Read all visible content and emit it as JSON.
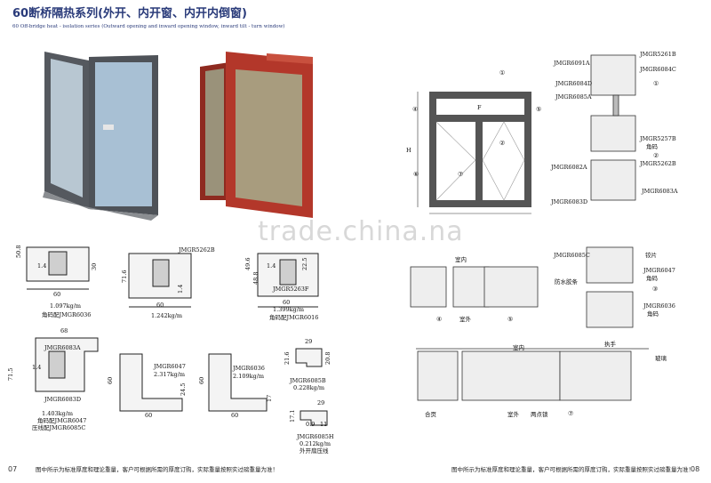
{
  "header": {
    "title": "60断桥隔热系列(外开、内开窗、内开内倒窗)",
    "subtitle": "60 Off-bridge heat - isolation series (Outward opening and inward opening window, inward tilt - turn window)"
  },
  "watermark": "trade.china.na",
  "profiles": {
    "p6036": {
      "dim_h": "50.8",
      "dim_a": "1.4",
      "dim_b": "30",
      "dim_w": "60",
      "weight": "1.097kg/m",
      "note": "角码配JMGR6036"
    },
    "p5262b": {
      "code": "JMGR5262B",
      "dim_h": "71.6",
      "dim_b": "1.4",
      "dim_w": "60",
      "weight": "1.242kg/m"
    },
    "p5263f": {
      "dim_h": "49.6",
      "dim_h2": "48.8",
      "dim_a": "1.4",
      "dim_b": "22.5",
      "code": "JMGR5263F",
      "dim_w": "60",
      "weight": "1.399kg/m",
      "note": "角码配JMGR6016"
    },
    "p6083a": {
      "dim_top": "68",
      "code": "JMGR6083A",
      "dim_h": "71.5",
      "dim_a": "1.4",
      "code2": "JMGR6083D",
      "weight": "1.403kg/m",
      "note1": "角码配JMGR6047",
      "note2": "压线配JMGR6085C"
    },
    "p6047": {
      "code": "JMGR6047",
      "weight": "2.317kg/m",
      "dim_h": "60",
      "dim_b": "24.5",
      "dim_w": "60"
    },
    "p6036b": {
      "code": "JMGR6036",
      "weight": "2.109kg/m",
      "dim_h": "60",
      "dim_b": "17",
      "dim_w": "60"
    },
    "p6085b": {
      "dim_w": "29",
      "dim_h": "21.6",
      "dim_b": "20.8",
      "code": "JMGR6085B",
      "weight": "0.228kg/m"
    },
    "p6085h": {
      "dim_w": "29",
      "dim_h": "17.1",
      "dim_a": "0.9",
      "dim_b": "11",
      "code": "JMGR6085H",
      "weight": "0.212kg/m",
      "note": "外开扇压线"
    }
  },
  "elevation": {
    "c1": "①",
    "c2": "②",
    "c4": "④",
    "c5": "⑤",
    "c6": "⑥",
    "c7": "⑦",
    "f": "F",
    "h": "H"
  },
  "section_right": {
    "l1": "JMGR6091A",
    "l2": "JMGR5261B",
    "l3": "JMGR6084D",
    "l4": "JMGR6084C",
    "l5": "JMGR6085A",
    "c1": "①",
    "l6": "JMGR5257B",
    "l7": "角码",
    "c2": "②",
    "l8": "JMGR6082A",
    "l9": "JMGR5262B",
    "l10": "JMGR6083A",
    "l11": "JMGR6083D",
    "l12": "JMGR6085C",
    "l13": "铰片",
    "l14": "JMGR6047",
    "l15": "角码",
    "l16": "防水胶条",
    "c3": "③",
    "l17": "JMGR6036",
    "l18": "角码"
  },
  "section_mid": {
    "indoor": "室内",
    "outdoor": "室外",
    "c4": "④",
    "c5": "⑤"
  },
  "section_bottom": {
    "indoor": "室内",
    "handle": "执手",
    "glass": "玻璃",
    "seal": "合页",
    "outdoor": "室外",
    "hinge": "两点锁",
    "c7": "⑦"
  },
  "footer": {
    "left_page": "07",
    "right_page": "08",
    "left_note": "图中所示为标准厚度和理论重量，客户可根据所需的厚度订购，实际重量按照实过磅重量为准！",
    "right_note": "图中所示为标准厚度和理论重量，客户可根据所需的厚度订购，实际重量按照实过磅重量为准！"
  },
  "colors": {
    "frame_grey": "#5a5f66",
    "frame_red": "#b3372a",
    "glass_blue": "#a8c0d4",
    "glass_tan": "#a89c7e",
    "title": "#2a3b7a"
  }
}
